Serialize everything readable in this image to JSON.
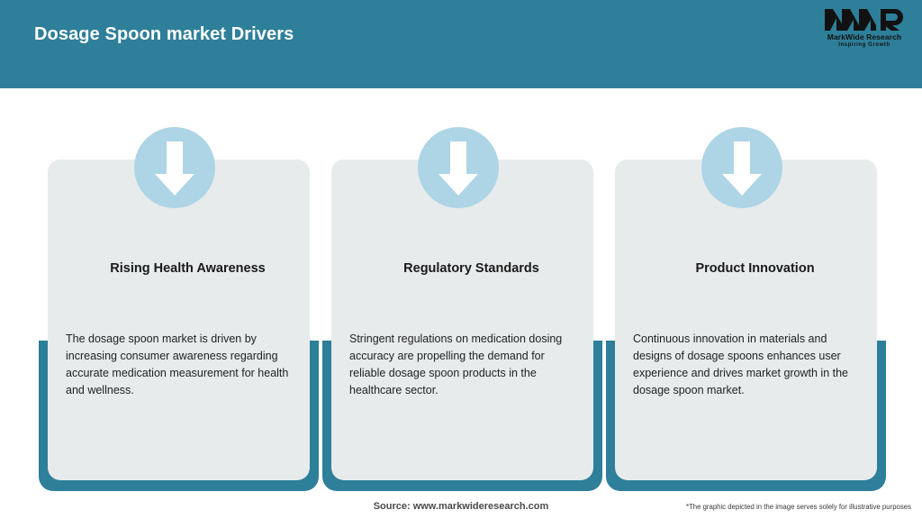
{
  "header": {
    "title": "Dosage Spoon market Drivers",
    "bg_color": "#2E7F99",
    "title_color": "#FFFFFF"
  },
  "logo": {
    "mark": "MWR",
    "name": "MarkWide Research",
    "tagline": "Inspiring Growth"
  },
  "theme": {
    "accent_teal": "#2E7F99",
    "card_bg": "#E7EBEC",
    "icon_circle": "#ADD5E5",
    "arrow_color": "#FFFFFF",
    "page_bg": "#FFFFFF"
  },
  "cards": [
    {
      "icon": "arrow-down-icon",
      "heading": "Rising Health Awareness",
      "text": "The dosage spoon market is driven by increasing consumer awareness regarding accurate medication measurement for health and wellness."
    },
    {
      "icon": "arrow-down-icon",
      "heading": "Regulatory Standards",
      "text": "Stringent regulations on medication dosing accuracy are propelling the demand for reliable dosage spoon products in the healthcare sector."
    },
    {
      "icon": "arrow-down-icon",
      "heading": "Product Innovation",
      "text": "Continuous innovation in materials and designs of dosage spoons enhances user experience and drives market growth in the dosage spoon market."
    }
  ],
  "footer": {
    "source": "Source: www.markwideresearch.com",
    "disclaimer": "*The graphic depicted in the image serves solely for illustrative purposes"
  }
}
